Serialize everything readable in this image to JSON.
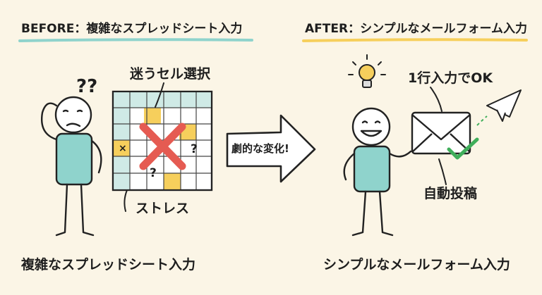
{
  "before": {
    "header": "BEFORE：複雑なスプレッドシート入力",
    "annotation_top": "迷うセル選択",
    "annotation_bottom": "ストレス",
    "caption": "複雑なスプレッドシート入力",
    "question_marks": "??",
    "cell_mark_x": "×",
    "cell_mark_q": "?"
  },
  "arrow": {
    "label": "劇的な変化!"
  },
  "after": {
    "header": "AFTER：シンプルなメールフォーム入力",
    "annotation_top": "1行入力でOK",
    "annotation_bottom": "自動投稿",
    "caption": "シンプルなメールフォーム入力"
  },
  "colors": {
    "background": "#fbf5e6",
    "teal": "#8fd3cc",
    "yellow": "#f6cf5c",
    "red": "#e55b52",
    "green": "#3fae5a",
    "grid_teal": "#cfeae6"
  }
}
